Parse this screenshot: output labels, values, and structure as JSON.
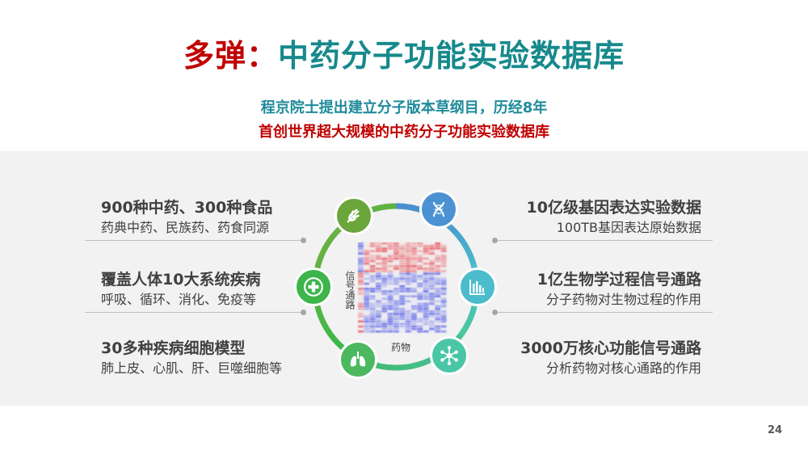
{
  "title": {
    "prefix": "多弹：",
    "main": "中药分子功能实验数据库"
  },
  "subtitle1": "程京院士提出建立分子版本草纲目，历经8年",
  "subtitle2": "首创世界超大规模的中药分子功能实验数据库",
  "left": [
    {
      "heading": "900种中药、300种食品",
      "detail": "药典中药、民族药、药食同源"
    },
    {
      "heading": "覆盖人体10大系统疾病",
      "detail": "呼吸、循环、消化、免疫等"
    },
    {
      "heading": "30多种疾病细胞模型",
      "detail": "肺上皮、心肌、肝、巨噬细胞等"
    }
  ],
  "right": [
    {
      "heading": "10亿级基因表达实验数据",
      "detail": "100TB基因表达原始数据"
    },
    {
      "heading": "1亿生物学过程信号通路",
      "detail": "分子药物对生物过程的作用"
    },
    {
      "heading": "3000万核心功能信号通路",
      "detail": "分析药物对核心通路的作用"
    }
  ],
  "heatmap": {
    "ylabel": "信号通路",
    "xlabel": "药物"
  },
  "icons": [
    "leaf-icon",
    "dna-icon",
    "bar-chart-icon",
    "network-icon",
    "lungs-icon",
    "medical-cross-icon"
  ],
  "colors": {
    "red": "#c00000",
    "teal": "#17898c"
  },
  "page_number": "24"
}
